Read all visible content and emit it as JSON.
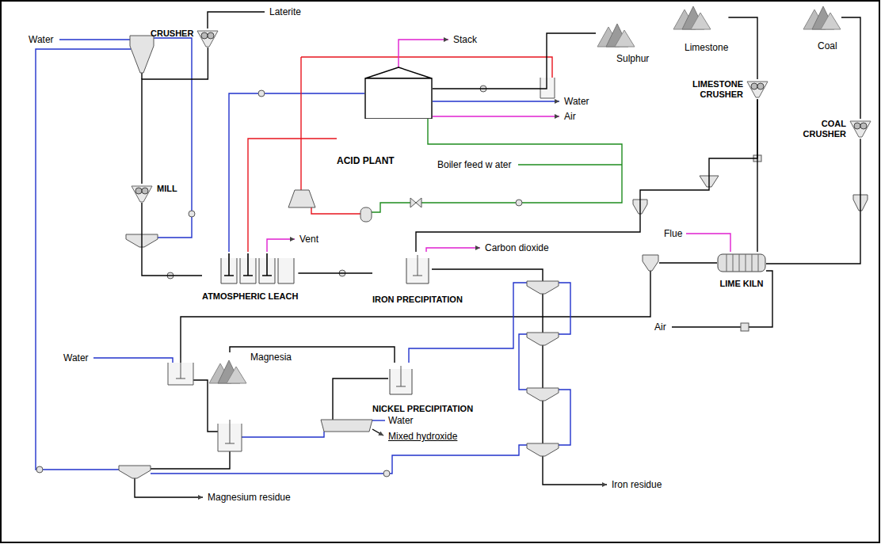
{
  "diagram": {
    "nodes": [
      {
        "text": [
          "CRUSHER"
        ]
      },
      {
        "text": [
          "MILL"
        ]
      },
      {
        "text": [
          "Sulphur"
        ]
      },
      {
        "text": [
          "ACID PLANT"
        ]
      },
      {
        "text": [
          "ATMOSPHERIC LEACH"
        ]
      },
      {
        "text": [
          "IRON PRECIPITATION"
        ]
      },
      {
        "text": [
          "Limestone"
        ]
      },
      {
        "text": [
          "LIMESTONE CRUSHER"
        ]
      },
      {
        "text": [
          "Coal"
        ]
      },
      {
        "text": [
          "COAL CRUSHER"
        ]
      },
      {
        "text": [
          "LIME KILN"
        ]
      },
      {
        "text": [
          "Magnesia"
        ]
      },
      {
        "text": [
          "NICKEL PRECIPITATION"
        ]
      }
    ],
    "edges": [
      {
        "from": 0,
        "to": 1,
        "arrow": "none"
      },
      {
        "from": 1,
        "to": 4,
        "arrow": "none"
      },
      {
        "from": 3,
        "to": 4,
        "arrow": "none"
      },
      {
        "from": 4,
        "to": 5,
        "arrow": "none"
      },
      {
        "from": 2,
        "to": 3,
        "arrow": "none"
      },
      {
        "from": 6,
        "to": 7,
        "arrow": "none"
      },
      {
        "from": 7,
        "to": 10,
        "arrow": "none"
      },
      {
        "from": 7,
        "to": 5,
        "arrow": "none"
      },
      {
        "from": 9,
        "to": 10,
        "arrow": "none"
      },
      {
        "from": 8,
        "to": 9,
        "arrow": "none"
      },
      {
        "from": 11,
        "to": 12,
        "arrow": "none"
      }
    ],
    "labels": [
      "Laterite",
      "Water",
      "Stack",
      "Water",
      "Air",
      "Boiler feed w ater",
      "Vent",
      "Carbon dioxide",
      "Flue",
      "Air",
      "Water",
      "Water",
      "Mixed hydroxide",
      "Magnesium residue",
      "Iron residue"
    ]
  }
}
